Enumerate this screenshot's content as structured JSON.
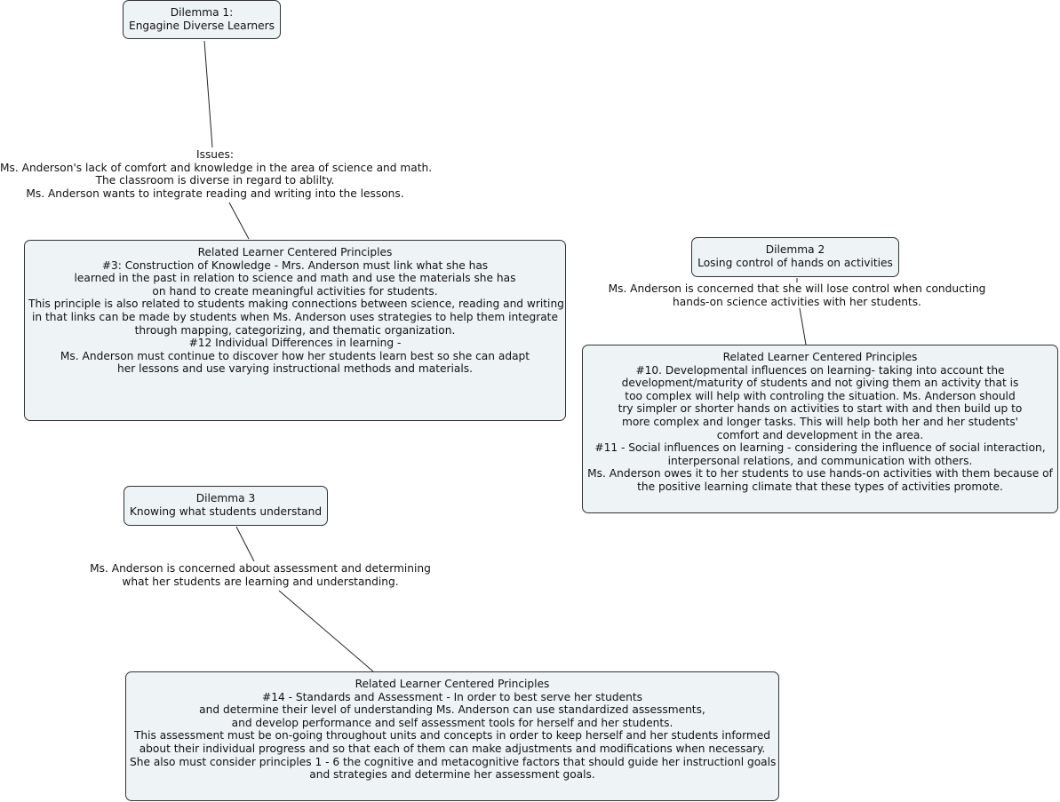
{
  "dilemma1": {
    "title": [
      "Dilemma 1:",
      "Engagine Diverse Learners"
    ],
    "issues": [
      "Issues:",
      "Ms. Anderson's lack of comfort and knowledge in the area of science and math.",
      "The classroom is diverse in regard to ablilty.",
      "Ms. Anderson wants to integrate reading and writing into the lessons."
    ],
    "principles": [
      "Related Learner Centered Principles",
      "#3: Construction of Knowledge - Mrs. Anderson must link what she has",
      "learned in the past in relation to science and math and use the materials she has",
      "on hand to create meaningful activities for students.",
      "This principle is also related to students making connections between science, reading and writing",
      "in that links can be made by students when Ms. Anderson uses strategies to help them integrate",
      "through mapping, categorizing, and thematic organization.",
      "#12 Individual Differences in learning -",
      "Ms. Anderson must continue to discover how her students learn best so she can adapt",
      "her lessons and use varying instructional methods and materials."
    ]
  },
  "dilemma2": {
    "title": [
      "Dilemma 2",
      "Losing control of hands on activities"
    ],
    "issues": [
      "Ms. Anderson is concerned that she will lose control when conducting",
      "hands-on science activities with her students."
    ],
    "principles": [
      "Related Learner Centered Principles",
      "#10. Developmental influences on learning- taking into account the",
      "development/maturity of students and not giving them an activity that is",
      "too complex will help with controling the situation. Ms. Anderson should",
      "try simpler or shorter hands on activities to start with and then build up to",
      "more complex and longer tasks. This will help both her and her students'",
      "comfort and development in the area.",
      "#11 - Social influences on learning - considering the influence of social interaction,",
      "interpersonal relations, and communication with others.",
      "Ms. Anderson owes it to her students to use hands-on activities with them because of",
      "the positive learning climate that these types of activities promote."
    ]
  },
  "dilemma3": {
    "title": [
      "Dilemma 3",
      "Knowing what students understand"
    ],
    "issues": [
      "Ms. Anderson is concerned about assessment and determining",
      "what her students are learning and understanding."
    ],
    "principles": [
      "Related Learner Centered Principles",
      "#14 - Standards and Assessment - In order to best serve her students",
      "and determine their level of understanding Ms. Anderson can use standardized assessments,",
      "and develop performance and self assessment tools for herself and her students.",
      "This assessment must be on-going throughout units and concepts in order to keep herself and her students informed",
      "about their individual progress and so that each of them can make adjustments and modifications when necessary.",
      "She also must consider principles 1 - 6 the cognitive and metacognitive factors that should guide her instructionl goals",
      "and strategies and determine her assessment goals."
    ]
  }
}
